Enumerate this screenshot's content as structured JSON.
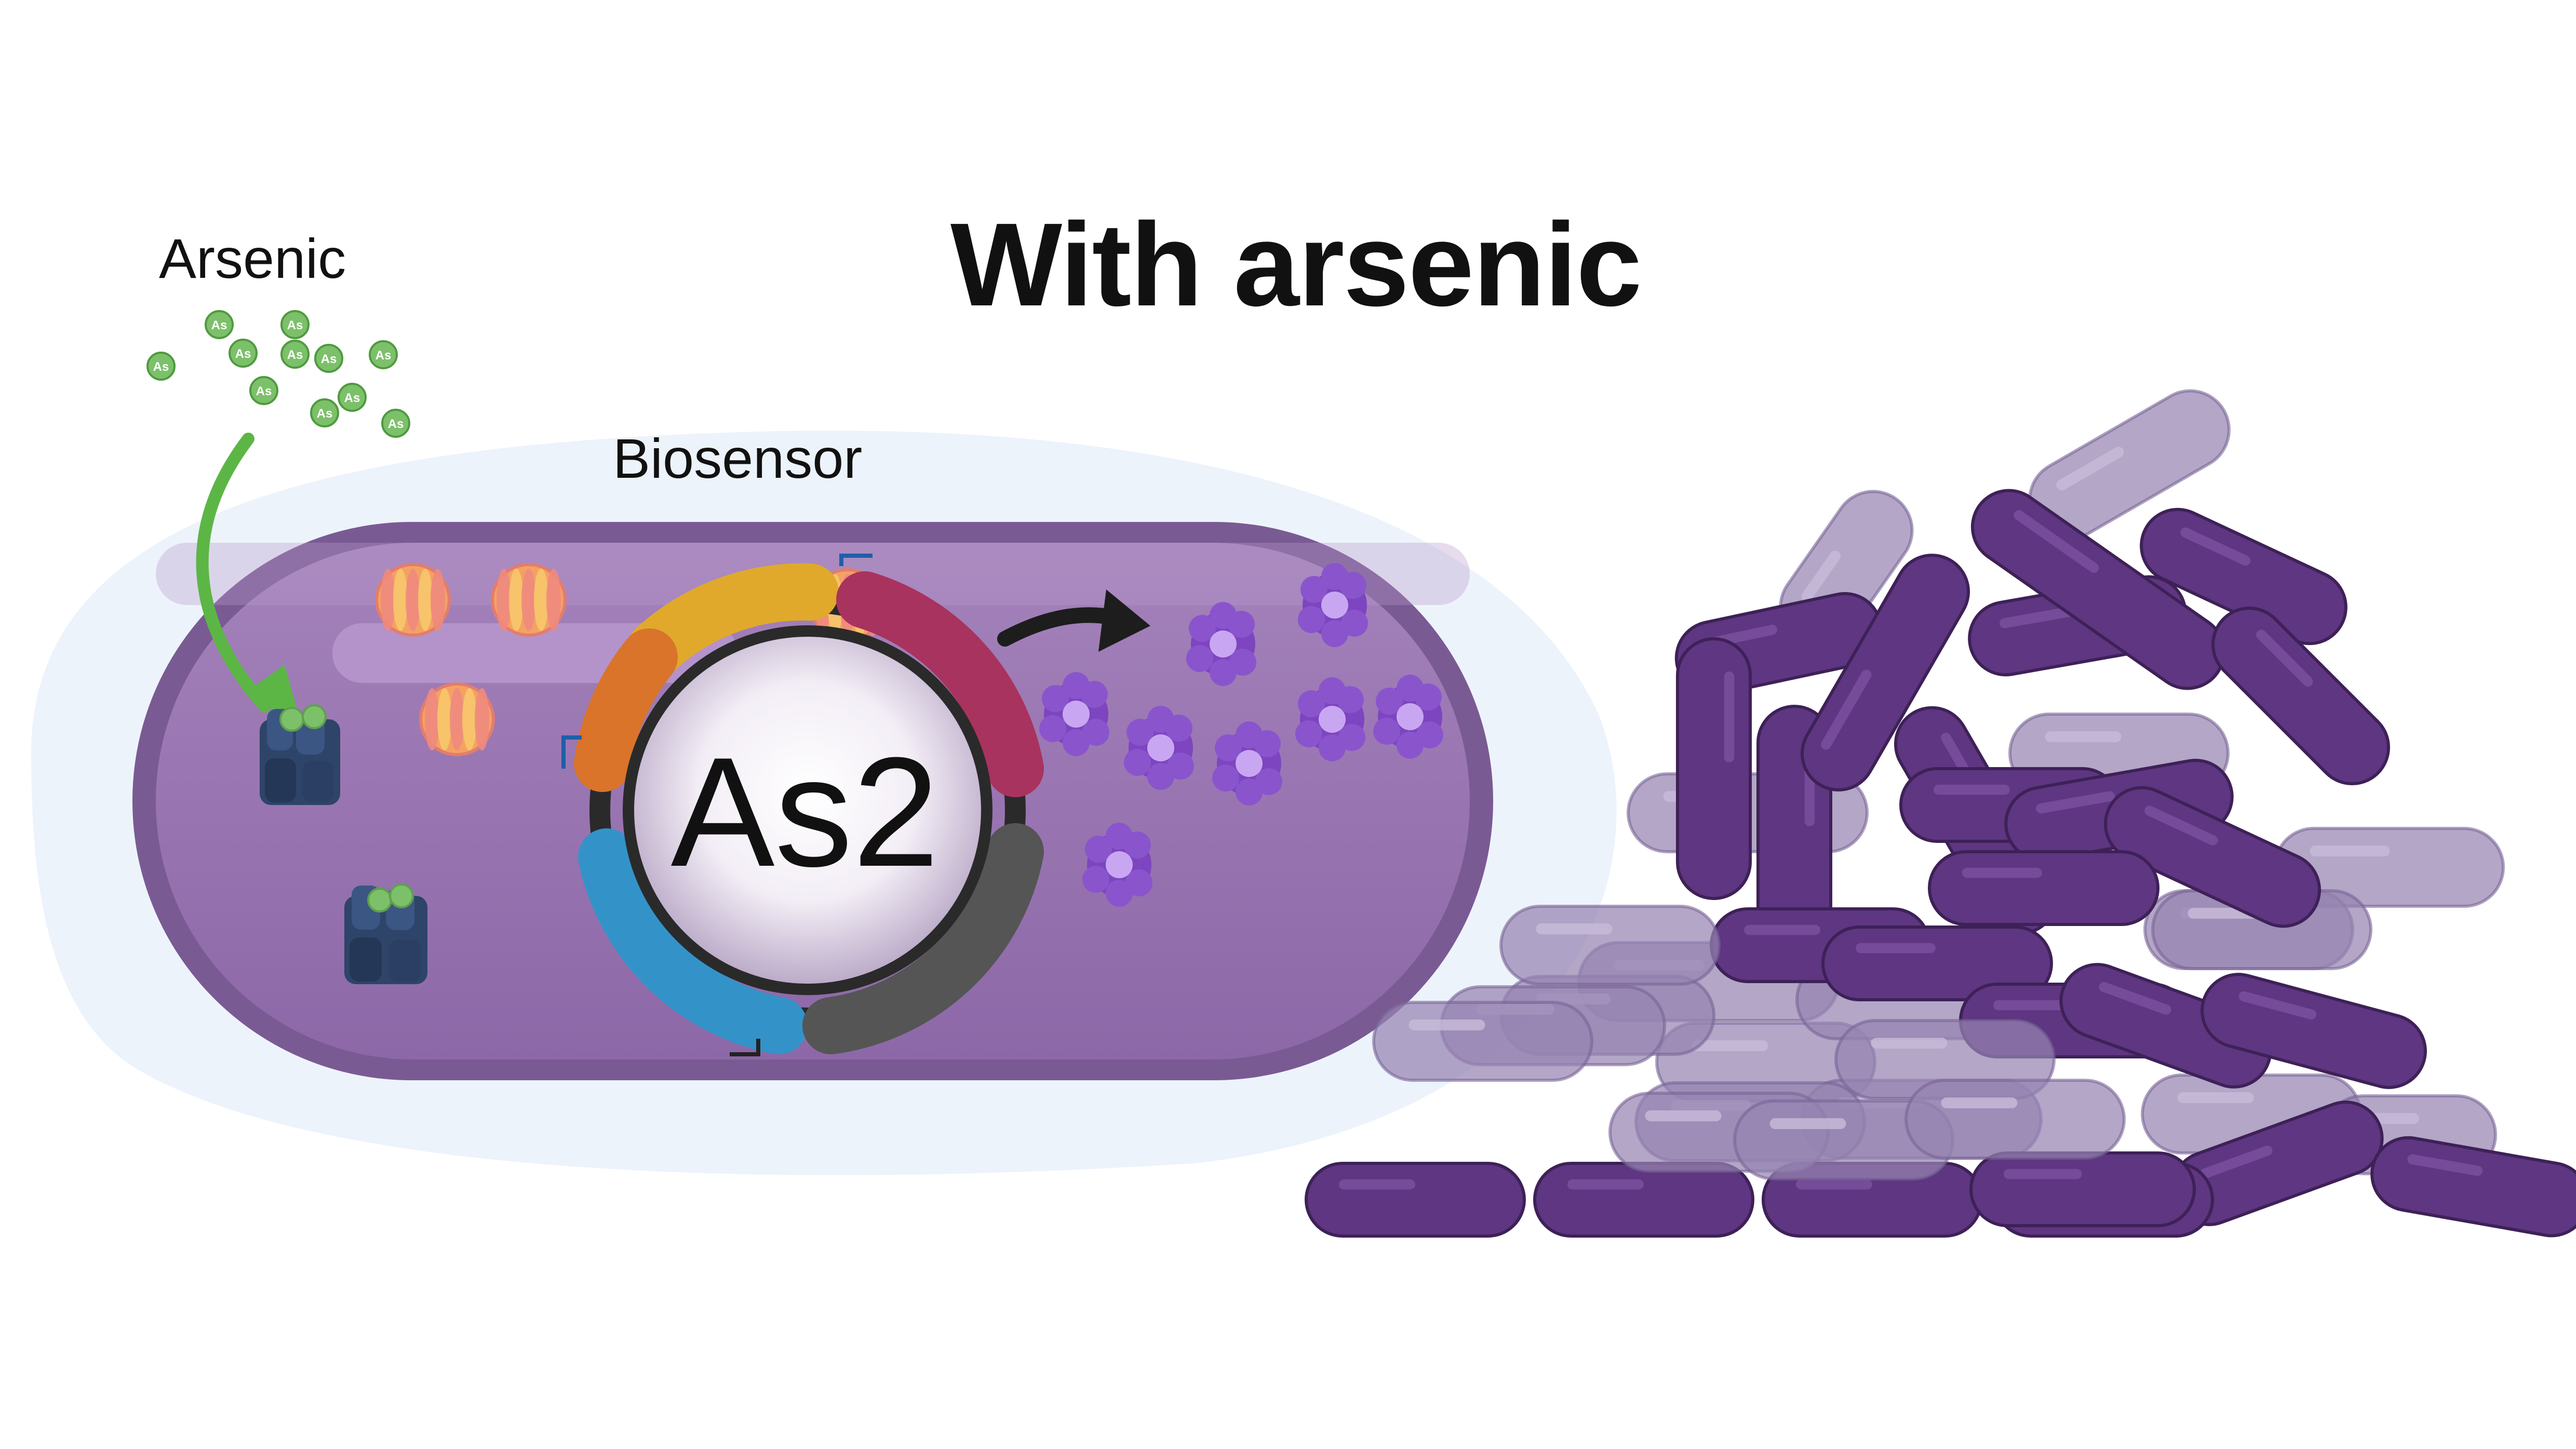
{
  "title": "With arsenic",
  "labels": {
    "arsenic": "Arsenic",
    "biosensor": "Biosensor",
    "plasmid": "As2",
    "arsenic_atom": "As"
  },
  "colors": {
    "cell_fill": "#9a76b2",
    "cell_outline": "#7a5a93",
    "halo": "#edf3fb",
    "arrow_green": "#5cb645",
    "arsenic_green": "#7cc06a",
    "repressor_navy": "#2e4469",
    "dimer_orange": "#f2a15c",
    "reporter_purple": "#8a4fc9",
    "bacteria_dark": "#5e3681",
    "bacteria_faded": "#a897bd"
  },
  "icons": [
    "arsenic-atom-icon",
    "repressor-protein-icon",
    "regulator-dimer-icon",
    "reporter-protein-icon",
    "promoter-arrow-icon",
    "bacterium-icon"
  ]
}
